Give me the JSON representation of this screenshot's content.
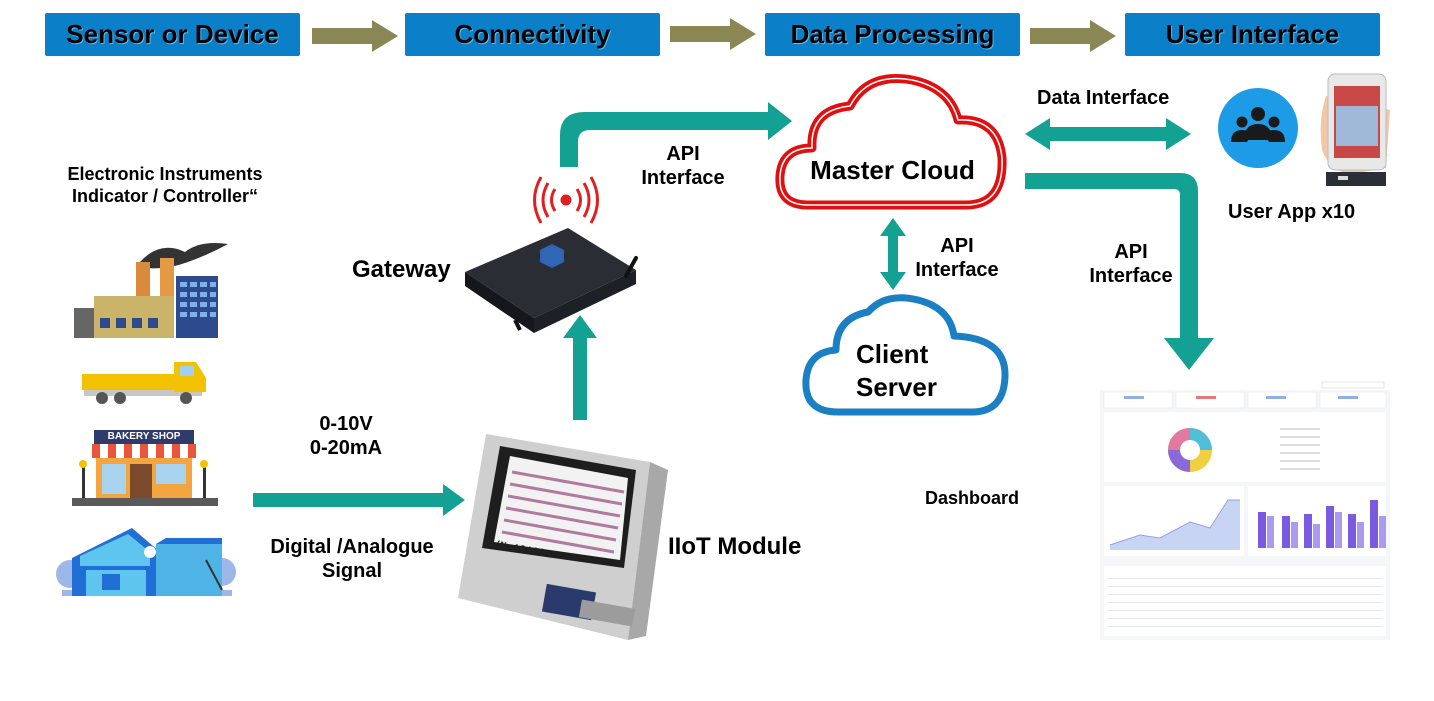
{
  "stages": [
    {
      "label": "Sensor or Device"
    },
    {
      "label": "Connectivity"
    },
    {
      "label": "Data Processing"
    },
    {
      "label": "User Interface"
    }
  ],
  "labels": {
    "instruments_line1": "Electronic Instruments",
    "instruments_line2": "Indicator / Controller“",
    "gateway": "Gateway",
    "api_interface_1_line1": "API",
    "api_interface_1_line2": "Interface",
    "master_cloud": "Master Cloud",
    "data_interface": "Data Interface",
    "user_app": "User App x10",
    "api_interface_2_line1": "API",
    "api_interface_2_line2": "Interface",
    "api_interface_3_line1": "API",
    "api_interface_3_line2": "Interface",
    "client_server_line1": "Client",
    "client_server_line2": "Server",
    "signal_voltage": "0-10V",
    "signal_current": "0-20mA",
    "signal_type_line1": "Digital /Analogue",
    "signal_type_line2": "Signal",
    "iiot_module": "IIoT Module",
    "dashboard": "Dashboard",
    "bakery_sign": "BAKERY SHOP",
    "module_serial": "S/N 101001"
  },
  "colors": {
    "header_bg": "#0b7fc7",
    "stage_arrow": "#8b8755",
    "flow_arrow": "#13a193",
    "master_cloud_outline": "#e01010",
    "client_cloud_outline": "#1a7fc3",
    "user_circle": "#1e9be6"
  },
  "icons": {
    "factory": "factory-icon",
    "truck": "truck-icon",
    "shop": "bakery-shop-icon",
    "house": "solar-house-icon",
    "gateway": "gateway-device-icon",
    "wireless": "wireless-signal-icon",
    "module": "iiot-module-device-icon",
    "users": "users-group-icon",
    "phone": "phone-in-hand-icon",
    "dashboard": "dashboard-screenshot-icon"
  }
}
